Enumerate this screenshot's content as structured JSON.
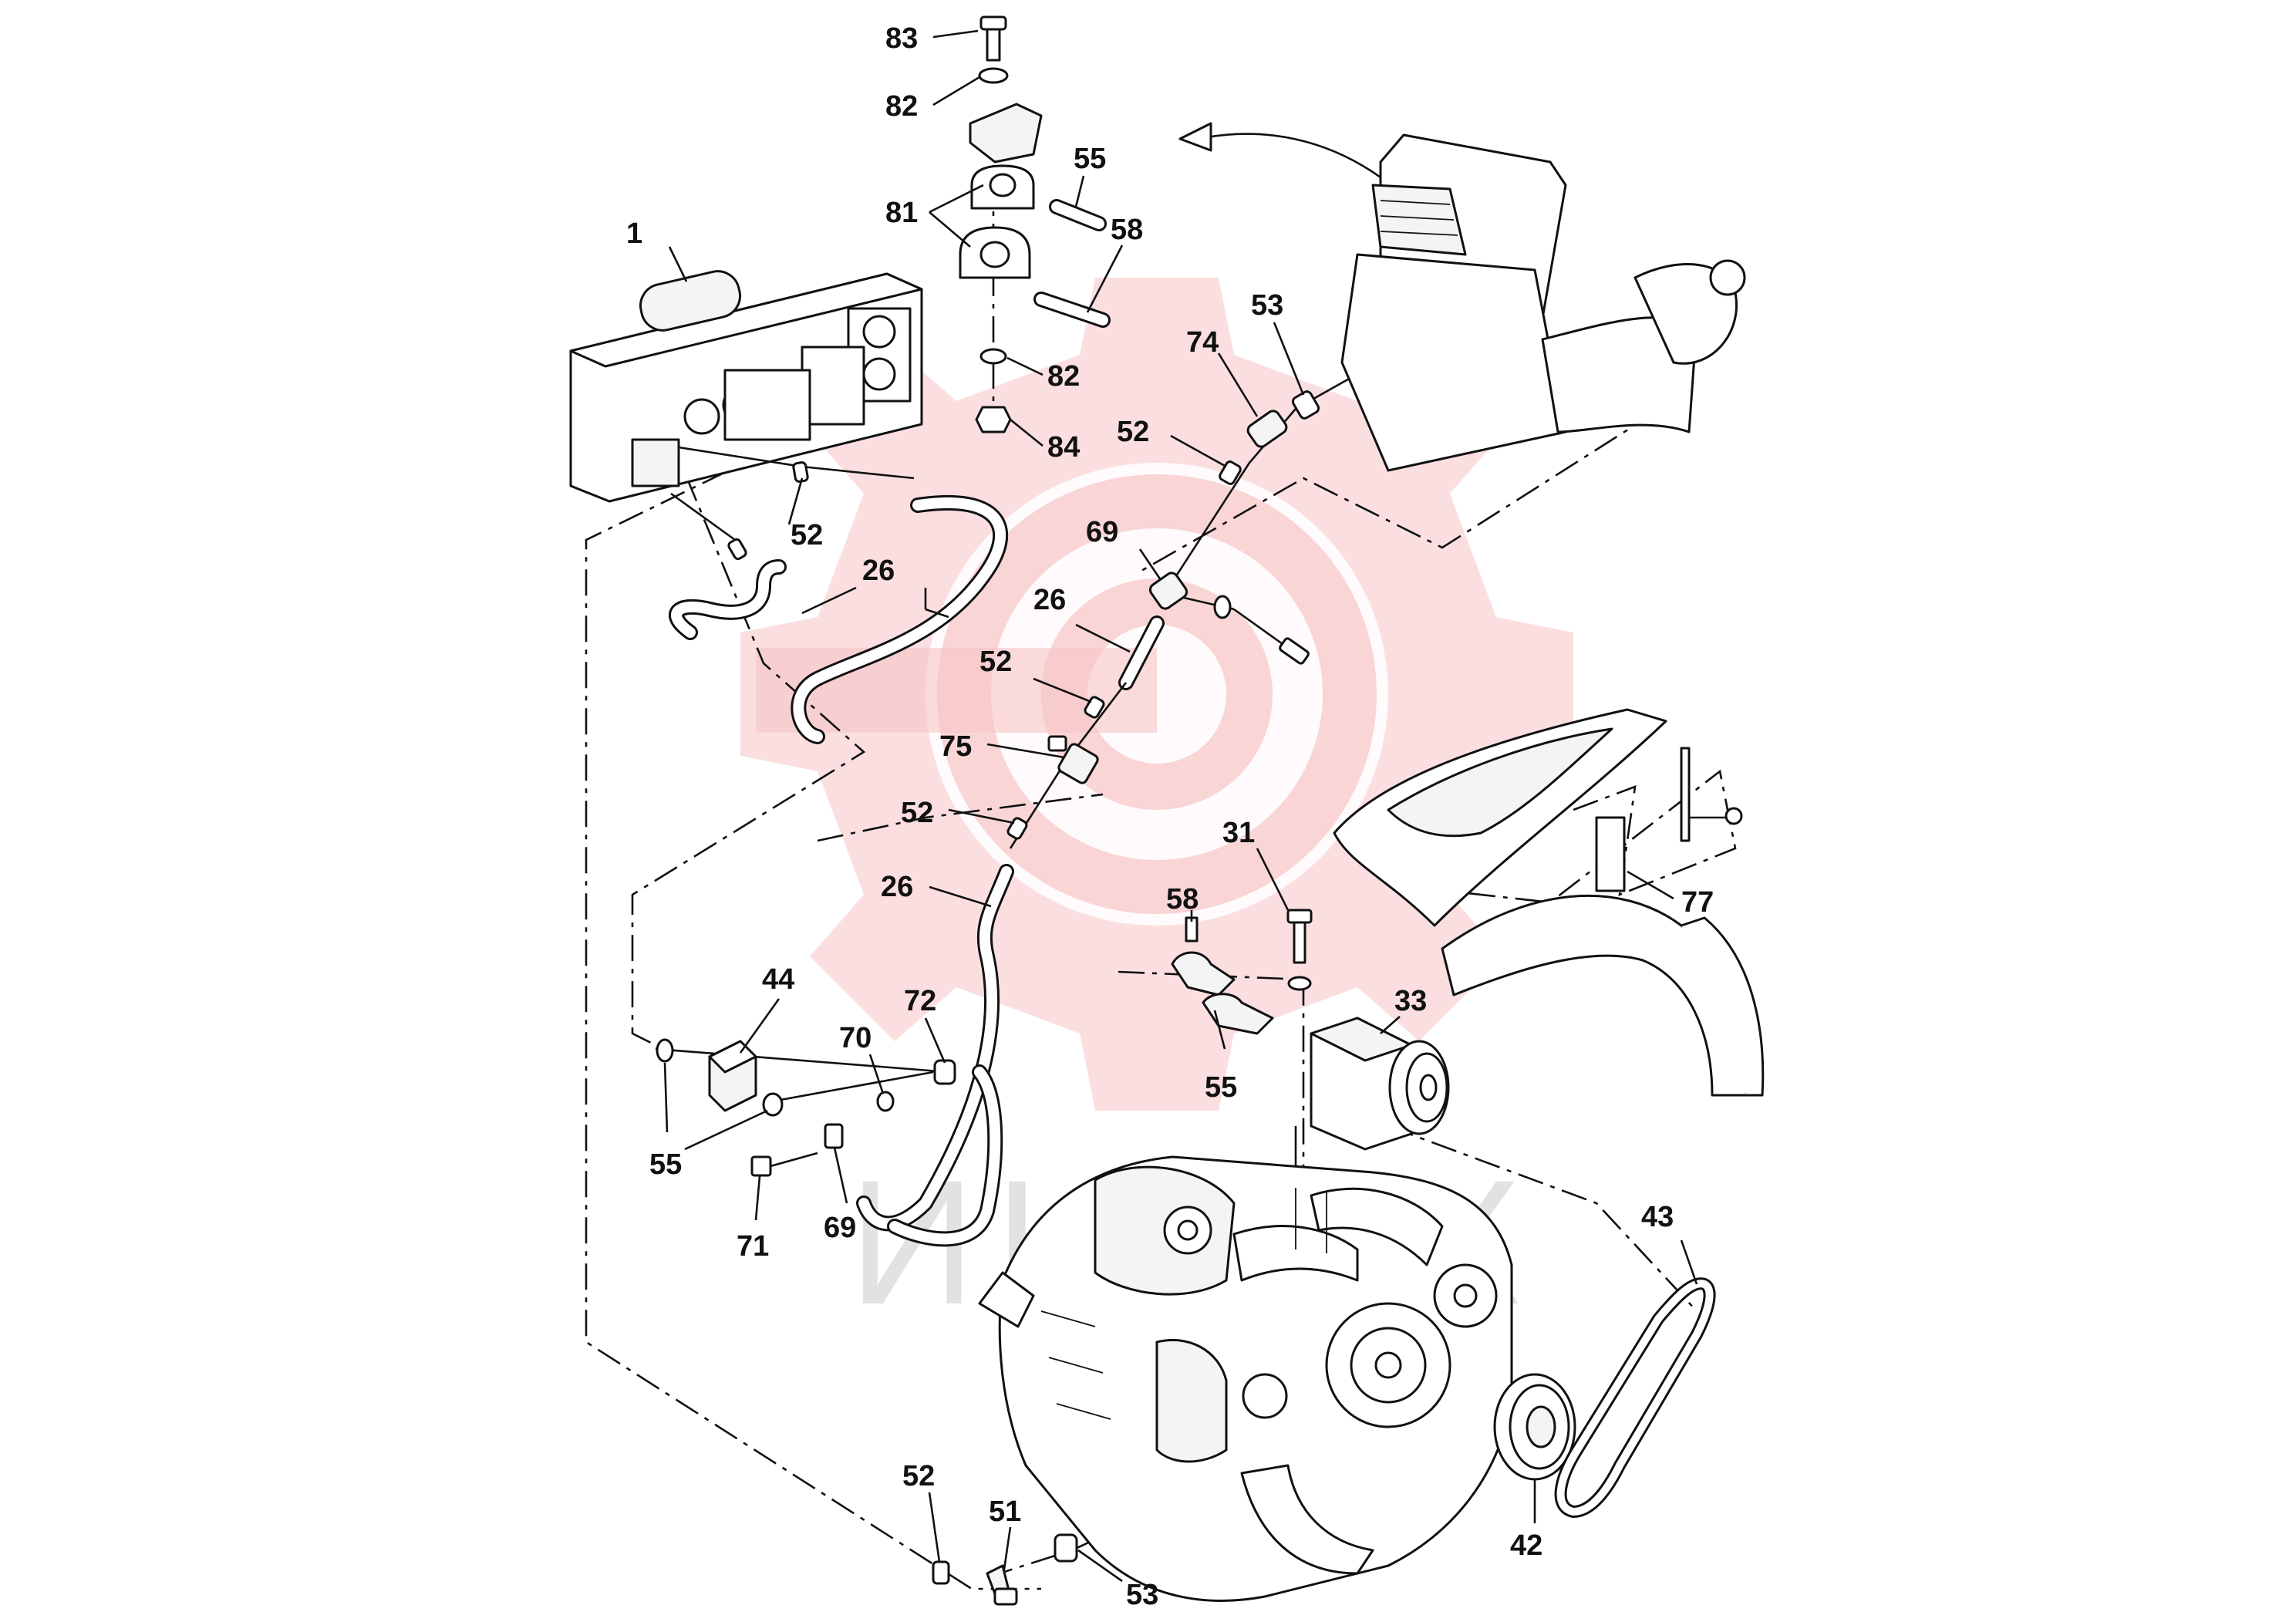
{
  "watermark": {
    "text": "ИНЗЕХ",
    "color": "#f7c4c6"
  },
  "callouts": {
    "c83": "83",
    "c82a": "82",
    "c55a": "55",
    "c81": "81",
    "c58a": "58",
    "c1": "1",
    "c82b": "82",
    "c84": "84",
    "c53a": "53",
    "c74": "74",
    "c52a": "52",
    "c52b": "52",
    "c26a": "26",
    "c69a": "69",
    "c26b": "26",
    "c52c": "52",
    "c75": "75",
    "c52d": "52",
    "c26c": "26",
    "c31": "31",
    "c77": "77",
    "c58b": "58",
    "c44": "44",
    "c72": "72",
    "c70": "70",
    "c33": "33",
    "c55b": "55",
    "c55c": "55",
    "c71": "71",
    "c69b": "69",
    "c43": "43",
    "c52e": "52",
    "c51": "51",
    "c53b": "53",
    "c42": "42"
  }
}
